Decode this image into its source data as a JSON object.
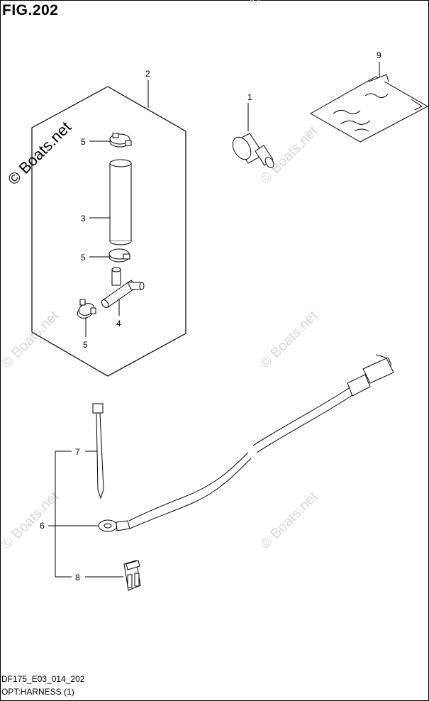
{
  "figure": {
    "title": "FIG.202",
    "code": "DF175_E03_014_202",
    "name": "OPT:HARNESS (1)"
  },
  "watermark": "© Boats.net",
  "callouts": {
    "c1": "1",
    "c2": "2",
    "c3": "3",
    "c4": "4",
    "c5a": "5",
    "c5b": "5",
    "c5c": "5",
    "c6": "6",
    "c7": "7",
    "c8": "8",
    "c9": "9"
  }
}
